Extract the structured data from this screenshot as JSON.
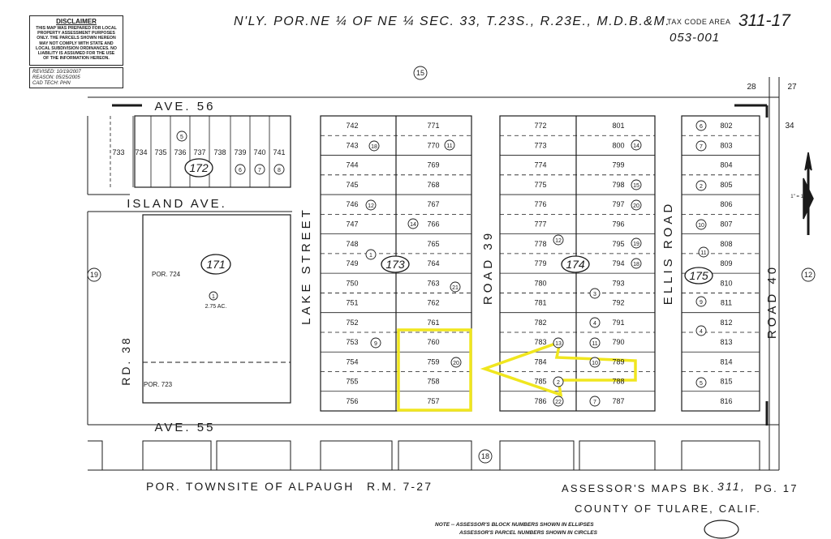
{
  "header": {
    "title": "N'LY. POR.NE ¼ OF NE ¼ SEC. 33, T.23S., R.23E., M.D.B.&M.",
    "tax_code_area_label": "TAX CODE AREA",
    "tax_code_area_number": "311-17",
    "tax_code_code": "053-001"
  },
  "disclaimer": {
    "heading": "DISCLAIMER",
    "lines": [
      "THIS MAP WAS PREPARED FOR LOCAL",
      "PROPERTY ASSESSMENT PURPOSES",
      "ONLY. THE PARCELS SHOWN HEREON",
      "MAY NOT COMPLY WITH STATE AND",
      "LOCAL SUBDIVISION ORDINANCES. NO",
      "LIABILITY IS ASSUMED FOR THE USE",
      "OF THE INFORMATION HEREON."
    ],
    "revised": "REVISED: 10/19/2007",
    "reason": "REASON: 05/25/2005",
    "cad_tech": "CAD TECH: PHN"
  },
  "streets": {
    "ave56": "AVE. 56",
    "ave55": "AVE. 55",
    "island": "ISLAND AVE.",
    "lake": "LAKE STREET",
    "road39": "ROAD 39",
    "ellis": "ELLIS ROAD",
    "road40": "ROAD 40",
    "rd38": "RD. 38"
  },
  "sections": {
    "n28": "28",
    "n27": "27",
    "n34": "34"
  },
  "blocks": {
    "b171": "171",
    "b172": "172",
    "b173": "173",
    "b174": "174",
    "b175": "175",
    "b15": "15",
    "b19": "19",
    "b12": "12",
    "b18": "18"
  },
  "block171": {
    "por724": "POR. 724",
    "por723": "POR. 723",
    "parcel": "1",
    "acres": "2.75 AC."
  },
  "lots": {
    "b172": [
      "733",
      "734",
      "735",
      "736",
      "737",
      "738",
      "739",
      "740",
      "741"
    ],
    "b173_left": [
      "742",
      "743",
      "744",
      "745",
      "746",
      "747",
      "748",
      "749",
      "750",
      "751",
      "752",
      "753",
      "754",
      "755",
      "756"
    ],
    "b173_right": [
      "771",
      "770",
      "769",
      "768",
      "767",
      "766",
      "765",
      "764",
      "763",
      "762",
      "761",
      "760",
      "759",
      "758",
      "757"
    ],
    "b174_left": [
      "772",
      "773",
      "774",
      "775",
      "776",
      "777",
      "778",
      "779",
      "780",
      "781",
      "782",
      "783",
      "784",
      "785",
      "786"
    ],
    "b174_right": [
      "801",
      "800",
      "799",
      "798",
      "797",
      "796",
      "795",
      "794",
      "793",
      "792",
      "791",
      "790",
      "789",
      "788",
      "787"
    ],
    "b175": [
      "802",
      "803",
      "804",
      "805",
      "806",
      "807",
      "808",
      "809",
      "810",
      "811",
      "812",
      "813",
      "814",
      "815",
      "816"
    ]
  },
  "parcels": {
    "b172": [
      "5",
      "6",
      "7",
      "8"
    ],
    "b173": [
      "18",
      "12",
      "1",
      "9",
      "11",
      "14",
      "21",
      "20"
    ],
    "b174": [
      "12",
      "13",
      "2",
      "22",
      "14",
      "15",
      "20",
      "19",
      "18",
      "3",
      "4",
      "11",
      "10",
      "7"
    ],
    "b175": [
      "6",
      "7",
      "2",
      "10",
      "11",
      "9",
      "4",
      "5"
    ]
  },
  "north_arrow": {
    "scale": "1\" = 100'"
  },
  "footer": {
    "townsite": "POR. TOWNSITE OF ALPAUGH",
    "rm": "R.M. 7-27",
    "book": "ASSESSOR'S MAPS BK.",
    "book_no": "311,",
    "page": "PG. 17",
    "county": "COUNTY OF TULARE, CALIF.",
    "note1": "NOTE -- ASSESSOR'S BLOCK NUMBERS SHOWN IN ELLIPSES",
    "note2": "ASSESSOR'S PARCEL NUMBERS SHOWN IN CIRCLES"
  },
  "colors": {
    "highlight": "#f0e61e",
    "ink": "#1a1a1a"
  }
}
